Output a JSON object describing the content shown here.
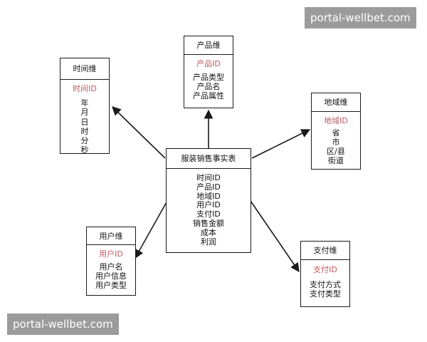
{
  "entities": {
    "fact": {
      "title": "服装销售事实表",
      "attrs": [
        "时间ID",
        "产品ID",
        "地域ID",
        "用户ID",
        "支付ID",
        "销售金额",
        "成本",
        "利润"
      ]
    },
    "time": {
      "title": "时间维",
      "key": "时间ID",
      "attrs": [
        "年",
        "月",
        "日",
        "时",
        "分",
        "秒"
      ]
    },
    "product": {
      "title": "产品维",
      "key": "产品ID",
      "attrs": [
        "产品类型",
        "产品名",
        "产品属性"
      ]
    },
    "region": {
      "title": "地域维",
      "key": "地域ID",
      "attrs": [
        "省",
        "市",
        "区/县",
        "街道"
      ]
    },
    "user": {
      "title": "用户维",
      "key": "用户ID",
      "attrs": [
        "用户名",
        "用户信息",
        "用户类型"
      ]
    },
    "payment": {
      "title": "支付维",
      "key": "支付ID",
      "attrs": [
        "支付方式",
        "支付类型"
      ]
    }
  },
  "watermarks": {
    "top": "portal-wellbet.com",
    "bottom": "portal-wellbet.com"
  },
  "colors": {
    "key": "#c0595f",
    "line": "#1a1a1a",
    "watermark_bg": "#9b9b9b"
  }
}
